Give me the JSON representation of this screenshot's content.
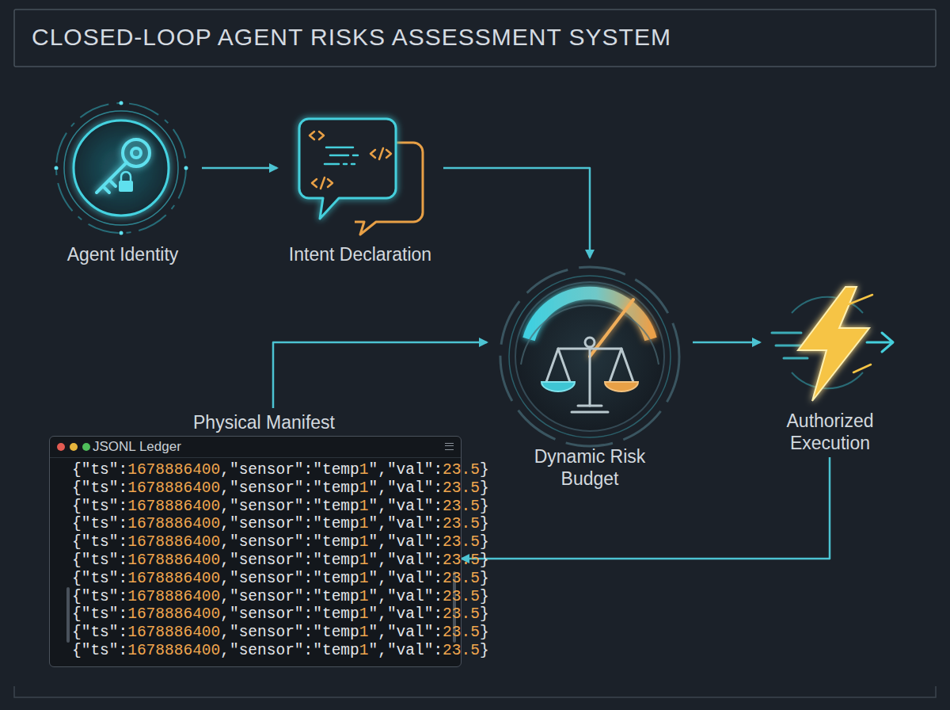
{
  "diagram": {
    "title": "CLOSED-LOOP AGENT RISKS ASSESSMENT SYSTEM",
    "nodes": [
      {
        "text": [
          "Agent Identity"
        ]
      },
      {
        "text": [
          "Intent Declaration"
        ]
      },
      {
        "text": [
          "Dynamic Risk Budget"
        ]
      },
      {
        "text": [
          "Authorized Execution"
        ]
      },
      {
        "text": [
          "Physical Manifest",
          "JSONL Ledger",
          "{\"ts\":1678886400,\"sensor\":\"temp1\",\"val\":23.5}",
          "{\"ts\":1678886400,\"sensor\":\"temp1\",\"val\":23.5}",
          "{\"ts\":1678886400,\"sensor\":\"temp1\",\"val\":23.5}",
          "{\"ts\":1678886400,\"sensor\":\"temp1\",\"val\":23.5}",
          "{\"ts\":1678886400,\"sensor\":\"temp1\",\"val\":23.5}",
          "{\"ts\":1678886400,\"sensor\":\"temp1\",\"val\":23.5}",
          "{\"ts\":1678886400,\"sensor\":\"temp1\",\"val\":23.5}",
          "{\"ts\":1678886400,\"sensor\":\"temp1\",\"val\":23.5}",
          "{\"ts\":1678886400,\"sensor\":\"temp1\",\"val\":23.5}",
          "{\"ts\":1678886400,\"sensor\":\"temp1\",\"val\":23.5}",
          "{\"ts\":1678886400,\"sensor\":\"temp1\",\"val\":23.5}"
        ]
      }
    ],
    "edges": [
      {
        "from": 0,
        "to": 1,
        "arrow": "to"
      },
      {
        "from": 1,
        "to": 2,
        "arrow": "to"
      },
      {
        "from": 4,
        "to": 2,
        "arrow": "to"
      },
      {
        "from": 2,
        "to": 3,
        "arrow": "to"
      },
      {
        "from": 3,
        "to": 4,
        "arrow": "to"
      }
    ]
  }
}
